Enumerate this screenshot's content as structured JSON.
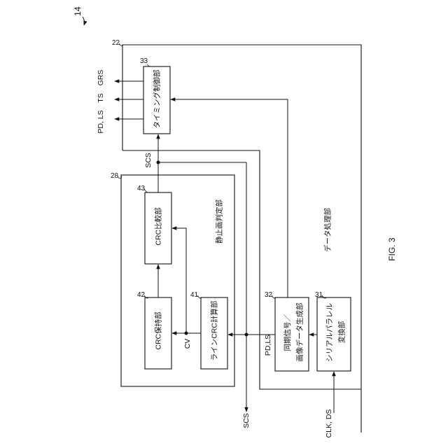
{
  "figure_number": "14",
  "caption": "FIG. 3",
  "data_processing_unit": {
    "ref": "22",
    "label": "データ処理部"
  },
  "still_image_determination_unit": {
    "ref": "28",
    "label": "静止画判定部"
  },
  "blocks": {
    "timing_control": {
      "ref": "33",
      "label": "タイミング制御部"
    },
    "crc_compare": {
      "ref": "43",
      "label": "CRC比較部"
    },
    "crc_hold": {
      "ref": "42",
      "label": "CRC保持部"
    },
    "line_crc_calc": {
      "ref": "41",
      "label": "ラインCRC計算部"
    },
    "sync_image_gen": {
      "ref": "32",
      "label_line1": "同期信号／",
      "label_line2": "画像データ生成部"
    },
    "serial_parallel": {
      "ref": "31",
      "label_line1": "シリアルパラレル",
      "label_line2": "変換部"
    }
  },
  "signals": {
    "grs": "GRS",
    "ts": "TS",
    "pd_ls_out": "PD, LS",
    "scs_mid": "SCS",
    "scs_out": "SCS",
    "cv": "CV",
    "pd_ls_in": "PD,LS",
    "clk_ds": "CLK, DS"
  }
}
